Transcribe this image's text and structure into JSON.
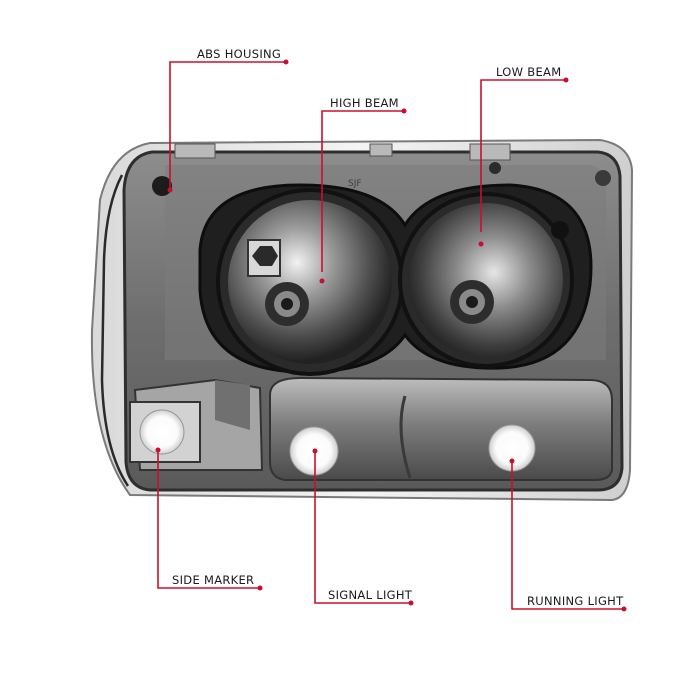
{
  "callouts": {
    "abs_housing": "ABS HOUSING",
    "low_beam": "LOW BEAM",
    "high_beam": "HIGH BEAM",
    "side_marker": "SIDE MARKER",
    "signal_light": "SIGNAL LIGHT",
    "running_light": "RUNNING LIGHT"
  },
  "colors": {
    "callout_line": "#c8102e",
    "label_text": "#1a1a1a",
    "housing_dark": "#3a3a3a",
    "chrome_mid": "#9a9a9a",
    "bulb_glow": "#ffffff"
  }
}
